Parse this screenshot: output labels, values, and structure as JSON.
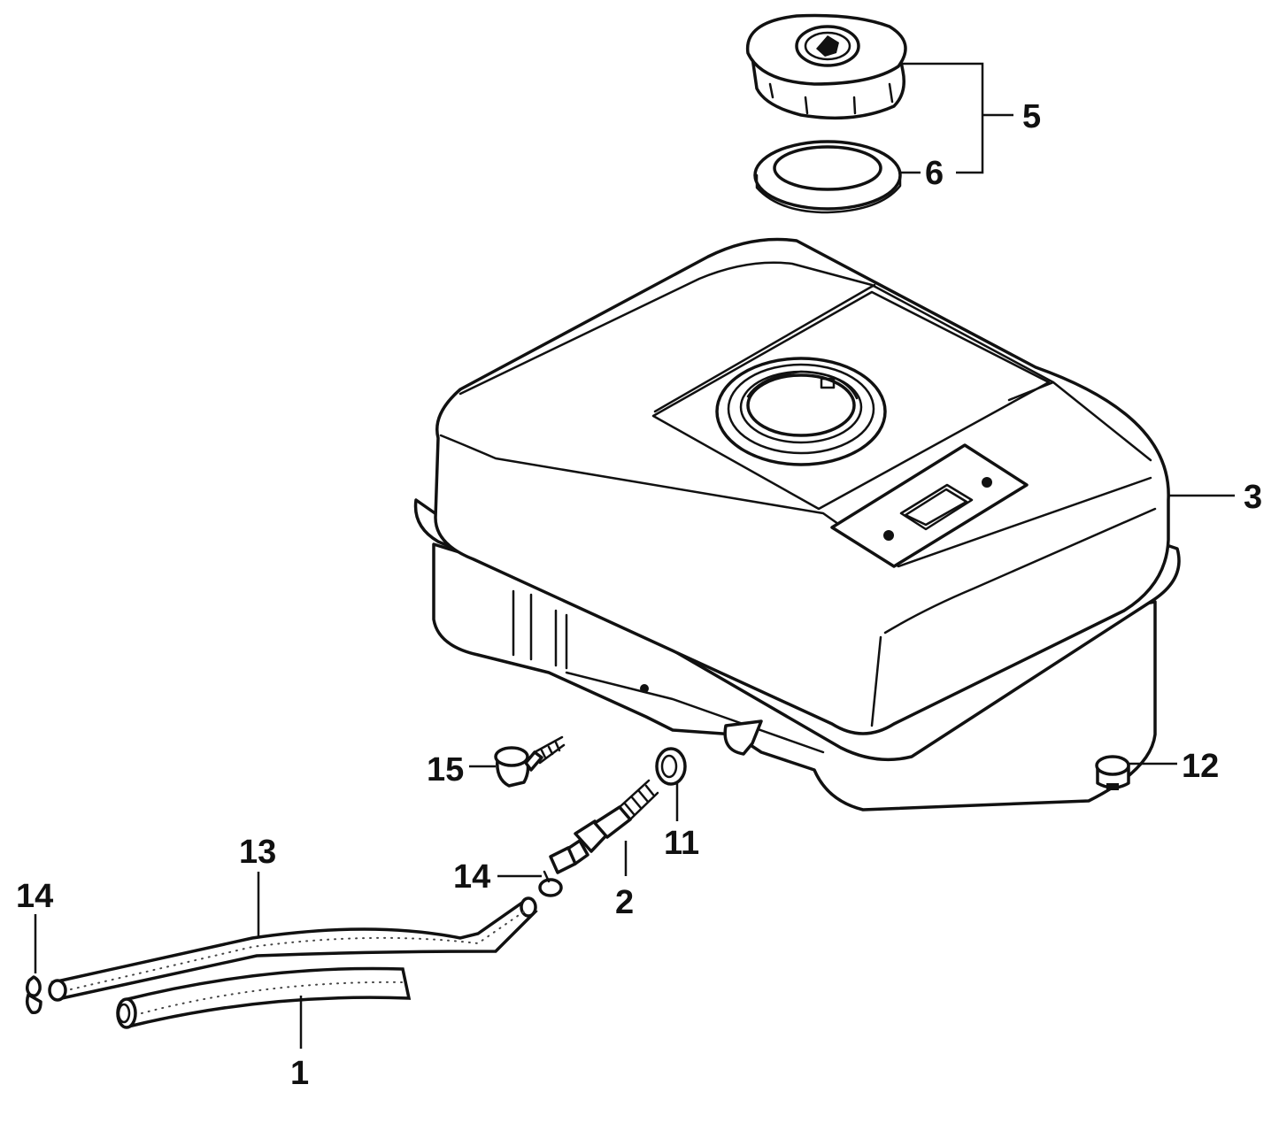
{
  "callouts": {
    "c1": "1",
    "c2": "2",
    "c3": "3",
    "c5": "5",
    "c6": "6",
    "c11": "11",
    "c12": "12",
    "c13": "13",
    "c14a": "14",
    "c14b": "14",
    "c15": "15"
  }
}
